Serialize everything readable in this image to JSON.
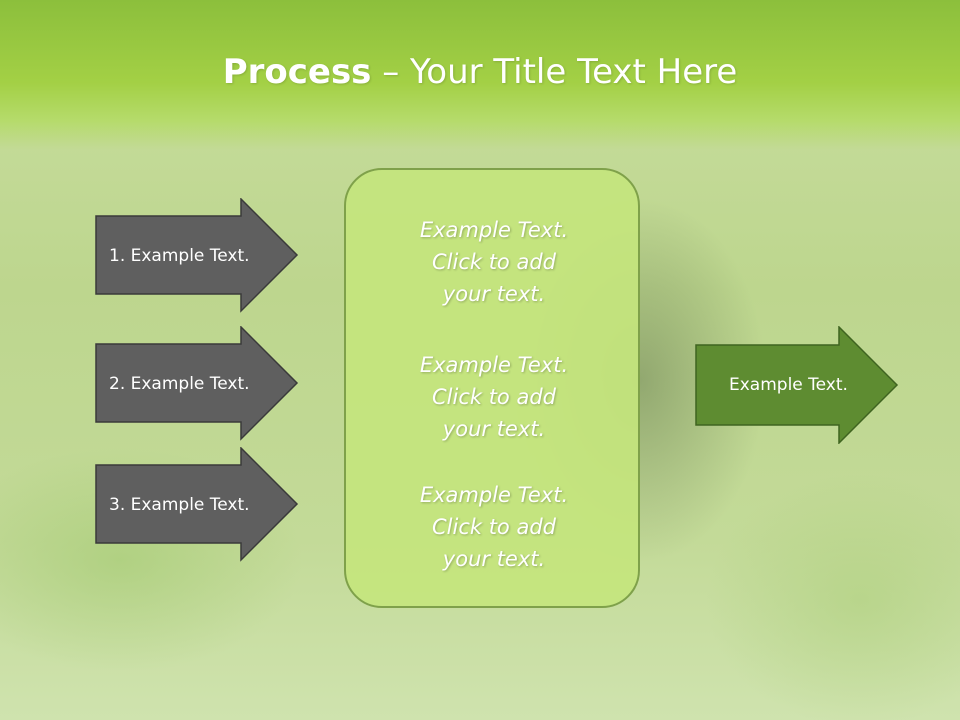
{
  "title": {
    "bold": "Process",
    "rest": " – Your Title Text Here"
  },
  "left_arrows": [
    {
      "label": "1. Example Text."
    },
    {
      "label": "2. Example Text."
    },
    {
      "label": "3. Example Text."
    }
  ],
  "center": {
    "lines": [
      [
        "Example Text.",
        "Click  to add",
        "your text."
      ],
      [
        "Example Text.",
        "Click  to add",
        "your text."
      ],
      [
        "Example Text.",
        "Click  to add",
        "your text."
      ]
    ]
  },
  "right_arrow": {
    "label": "Example Text."
  },
  "colors": {
    "header": "#a3d045",
    "left_arrow_fill": "#5f5f5f",
    "right_arrow_fill": "#5e8c31",
    "center_box_fill": "#c4e57d",
    "center_box_border": "#7fa14a"
  }
}
